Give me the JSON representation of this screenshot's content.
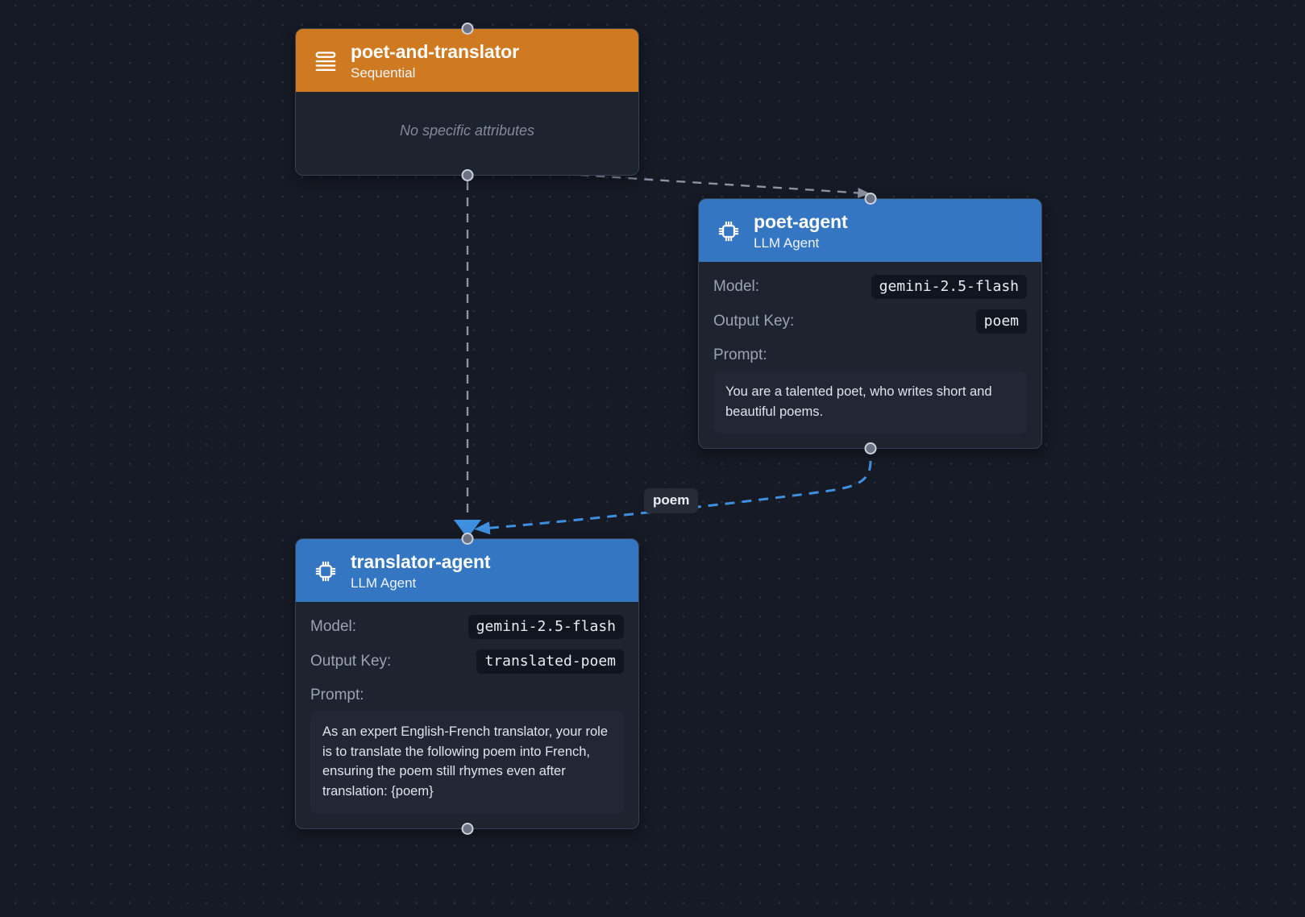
{
  "canvas": {
    "background_color": "#161a25",
    "dot_color": "#2b3142"
  },
  "nodes": [
    {
      "id": "poet-and-translator",
      "title": "poet-and-translator",
      "subtitle": "Sequential",
      "icon": "sequential-list-icon",
      "header_color": "#cf7a21",
      "empty_text": "No specific attributes"
    },
    {
      "id": "poet-agent",
      "title": "poet-agent",
      "subtitle": "LLM Agent",
      "icon": "cpu-chip-icon",
      "header_color": "#3576c2",
      "attributes": [
        {
          "label": "Model:",
          "value": "gemini-2.5-flash"
        },
        {
          "label": "Output Key:",
          "value": "poem"
        }
      ],
      "prompt_label": "Prompt:",
      "prompt_text": "You are a talented poet, who writes short and beautiful poems."
    },
    {
      "id": "translator-agent",
      "title": "translator-agent",
      "subtitle": "LLM Agent",
      "icon": "cpu-chip-icon",
      "header_color": "#3576c2",
      "attributes": [
        {
          "label": "Model:",
          "value": "gemini-2.5-flash"
        },
        {
          "label": "Output Key:",
          "value": "translated-poem"
        }
      ],
      "prompt_label": "Prompt:",
      "prompt_text": "As an expert English-French translator, your role is to translate the following poem into French, ensuring the poem still rhymes even after translation: {poem}"
    }
  ],
  "edges": [
    {
      "id": "edge-parent-to-poet",
      "from": "poet-and-translator",
      "to": "poet-agent",
      "label": "",
      "color": "#8b93a4",
      "style": "dashed"
    },
    {
      "id": "edge-parent-to-translator",
      "from": "poet-and-translator",
      "to": "translator-agent",
      "label": "",
      "color": "#8b93a4",
      "style": "dashed"
    },
    {
      "id": "edge-poem",
      "from": "poet-agent",
      "to": "translator-agent",
      "label": "poem",
      "color": "#3f8fe0",
      "style": "dashed"
    }
  ]
}
